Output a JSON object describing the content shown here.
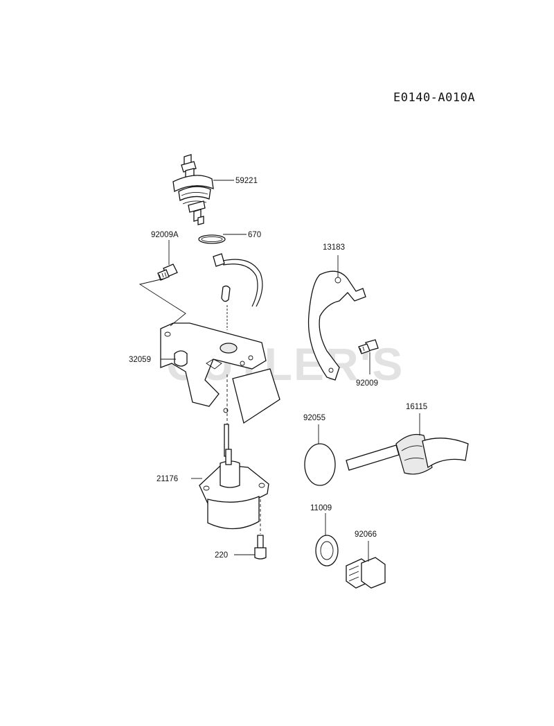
{
  "diagram_id": "E0140-A010A",
  "watermark": "CUTLER'S",
  "parts": [
    {
      "key": "p59221",
      "number": "59221"
    },
    {
      "key": "p670",
      "number": "670"
    },
    {
      "key": "p92009A",
      "number": "92009A"
    },
    {
      "key": "p13183",
      "number": "13183"
    },
    {
      "key": "p32059",
      "number": "32059"
    },
    {
      "key": "p92009",
      "number": "92009"
    },
    {
      "key": "p92055",
      "number": "92055"
    },
    {
      "key": "p16115",
      "number": "16115"
    },
    {
      "key": "p21176",
      "number": "21176"
    },
    {
      "key": "p11009",
      "number": "11009"
    },
    {
      "key": "p92066",
      "number": "92066"
    },
    {
      "key": "p220",
      "number": "220"
    }
  ]
}
